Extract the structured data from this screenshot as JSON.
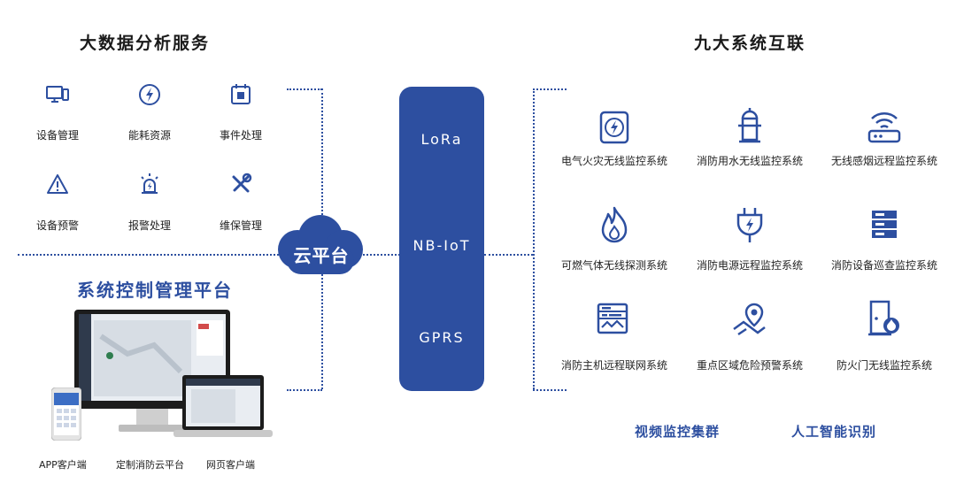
{
  "left": {
    "title": "大数据分析服务",
    "items": [
      {
        "label": "设备管理",
        "icon": "monitor-icon"
      },
      {
        "label": "能耗资源",
        "icon": "energy-icon"
      },
      {
        "label": "事件处理",
        "icon": "calendar-event-icon"
      },
      {
        "label": "设备预警",
        "icon": "warning-icon"
      },
      {
        "label": "报警处理",
        "icon": "alarm-light-icon"
      },
      {
        "label": "维保管理",
        "icon": "tools-icon"
      }
    ]
  },
  "platform": {
    "title": "系统控制管理平台",
    "devices": [
      "APP客户端",
      "定制消防云平台",
      "网页客户端"
    ]
  },
  "cloud": {
    "label": "云平台"
  },
  "protocols": [
    "LoRa",
    "NB-IoT",
    "GPRS"
  ],
  "right": {
    "title": "九大系统互联",
    "systems": [
      {
        "label": "电气火灾无线监控系统",
        "icon": "electric-fire-icon"
      },
      {
        "label": "消防用水无线监控系统",
        "icon": "hydrant-icon"
      },
      {
        "label": "无线感烟远程监控系统",
        "icon": "wifi-router-icon"
      },
      {
        "label": "可燃气体无线探测系统",
        "icon": "flame-icon"
      },
      {
        "label": "消防电源远程监控系统",
        "icon": "plug-icon"
      },
      {
        "label": "消防设备巡查监控系统",
        "icon": "server-icon"
      },
      {
        "label": "消防主机远程联网系统",
        "icon": "host-panel-icon"
      },
      {
        "label": "重点区域危险预警系统",
        "icon": "map-pin-icon"
      },
      {
        "label": "防火门无线监控系统",
        "icon": "fire-door-icon"
      }
    ],
    "extras": [
      "视频监控集群",
      "人工智能识别"
    ]
  },
  "colors": {
    "accent": "#2d4fa0"
  }
}
